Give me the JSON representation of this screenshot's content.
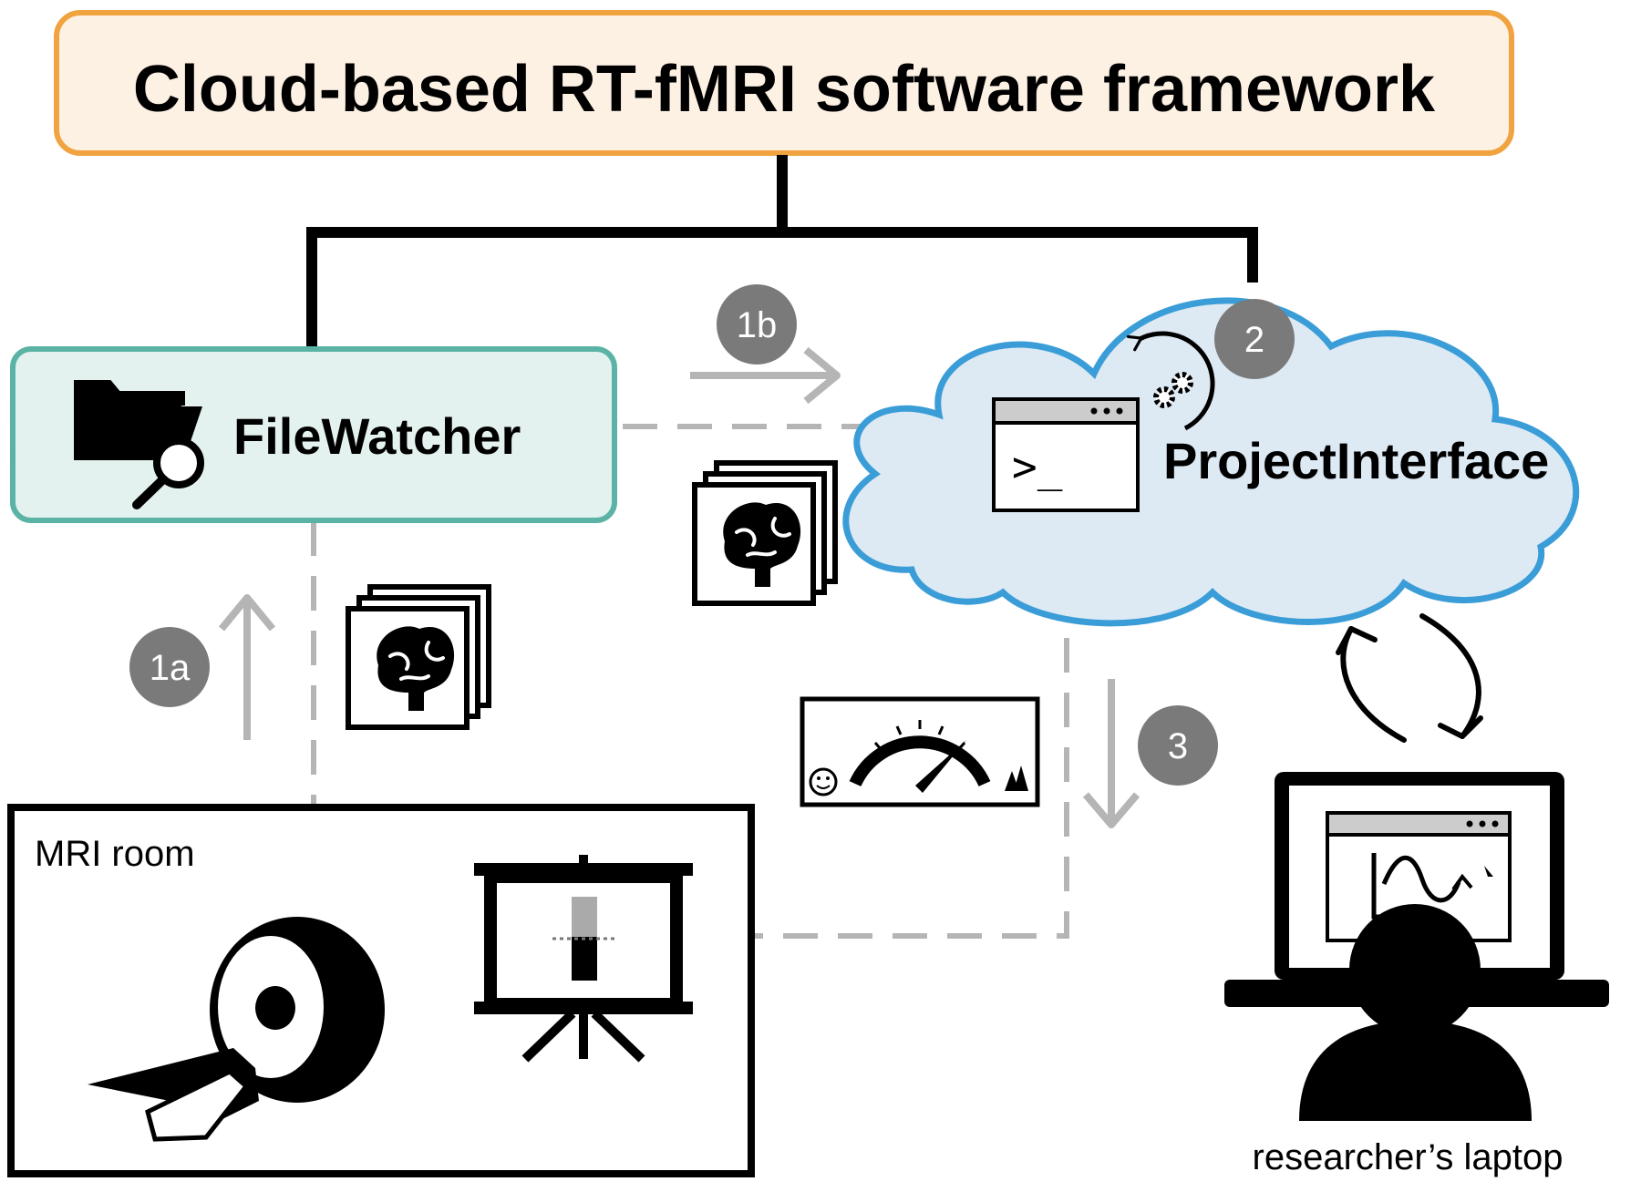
{
  "title": "Cloud-based RT-fMRI software framework",
  "nodes": {
    "filewatcher": "FileWatcher",
    "project_interface": "ProjectInterface",
    "mri_room": "MRI room",
    "laptop": "researcher’s laptop"
  },
  "steps": {
    "s1a": "1a",
    "s1b": "1b",
    "s2": "2",
    "s3": "3"
  },
  "terminal_prompt": ">_",
  "icons": [
    "folder-search-icon",
    "brain-images-icon",
    "terminal-window-icon",
    "gears-icon",
    "feedback-gauge-icon",
    "projector-screen-icon",
    "mri-scanner-icon",
    "researcher-laptop-icon"
  ],
  "colors": {
    "title_fill": "#fdf1e4",
    "title_border": "#f0a33f",
    "filewatcher_fill": "#e4f2ef",
    "filewatcher_border": "#5bb3a6",
    "cloud_fill": "#dde9f3",
    "cloud_border": "#3a9dd8",
    "step_circle": "#7a7a7a",
    "arrow_gray": "#b5b5b5",
    "dashed_gray": "#b5b5b5"
  }
}
